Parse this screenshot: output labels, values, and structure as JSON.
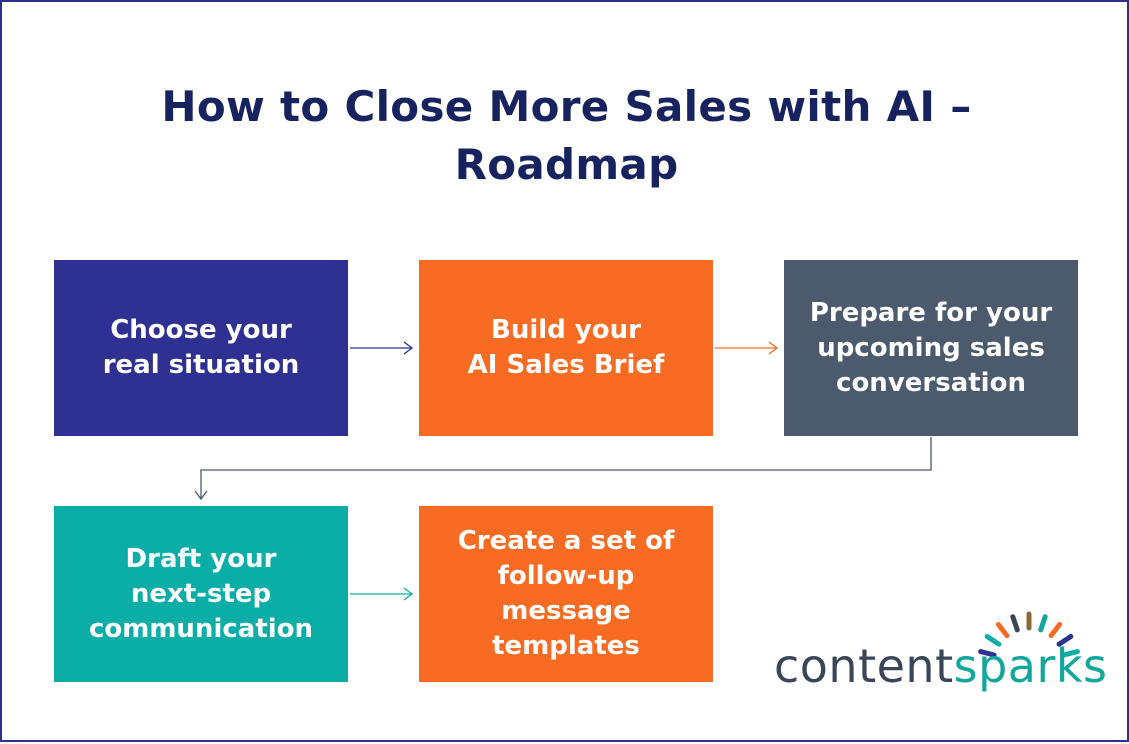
{
  "title": {
    "line1": "How to Close More Sales with AI –",
    "line2": "Roadmap"
  },
  "steps": [
    {
      "lines": [
        "Choose your",
        "real situation"
      ],
      "color": "#2e3192"
    },
    {
      "lines": [
        "Build your",
        "AI Sales Brief"
      ],
      "color": "#f76b22"
    },
    {
      "lines": [
        "Prepare for your",
        "upcoming sales",
        "conversation"
      ],
      "color": "#4b5a6d"
    },
    {
      "lines": [
        "Draft your",
        "next-step",
        "communication"
      ],
      "color": "#0aaea6"
    },
    {
      "lines": [
        "Create a set of",
        "follow-up",
        "message",
        "templates"
      ],
      "color": "#f76b22"
    }
  ],
  "connector_colors": {
    "step1_to_step2": "#2e3192",
    "step2_to_step3": "#f76b22",
    "step3_to_step4": "#4b5a6d",
    "step4_to_step5": "#0aaea6"
  },
  "logo": {
    "part1": "content",
    "part2": "sparks",
    "colors": {
      "content": "#3a4658",
      "sparks": "#12a69c",
      "rays": [
        "#2e3192",
        "#0aaea6",
        "#f76b22",
        "#3a4658",
        "#8a6a3a",
        "#12a69c",
        "#f76b22",
        "#2e3192",
        "#0aaea6"
      ]
    }
  }
}
